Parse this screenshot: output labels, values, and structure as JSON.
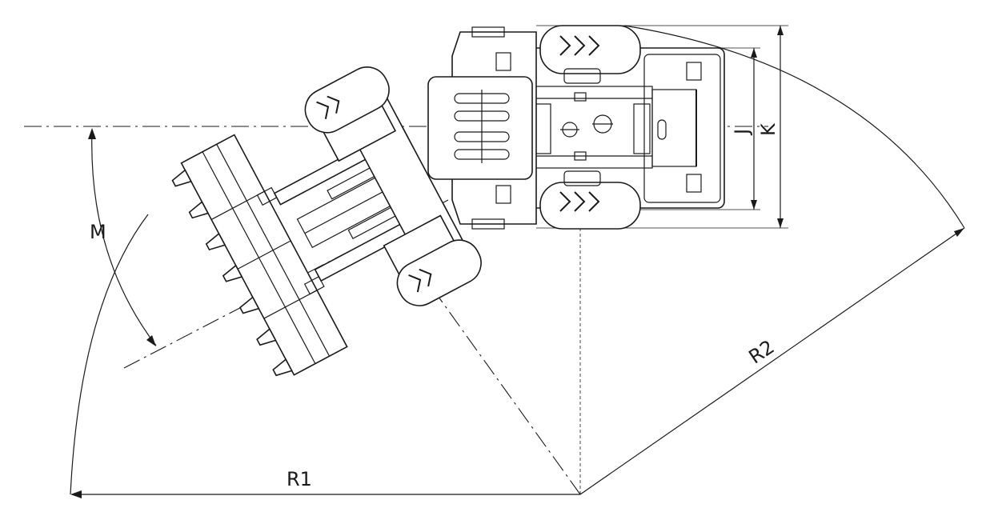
{
  "labels": {
    "m": "M",
    "r1": "R1",
    "r2": "R2",
    "j": "J",
    "k": "K"
  },
  "colors": {
    "line": "#1a1a1a",
    "background": "#ffffff"
  }
}
